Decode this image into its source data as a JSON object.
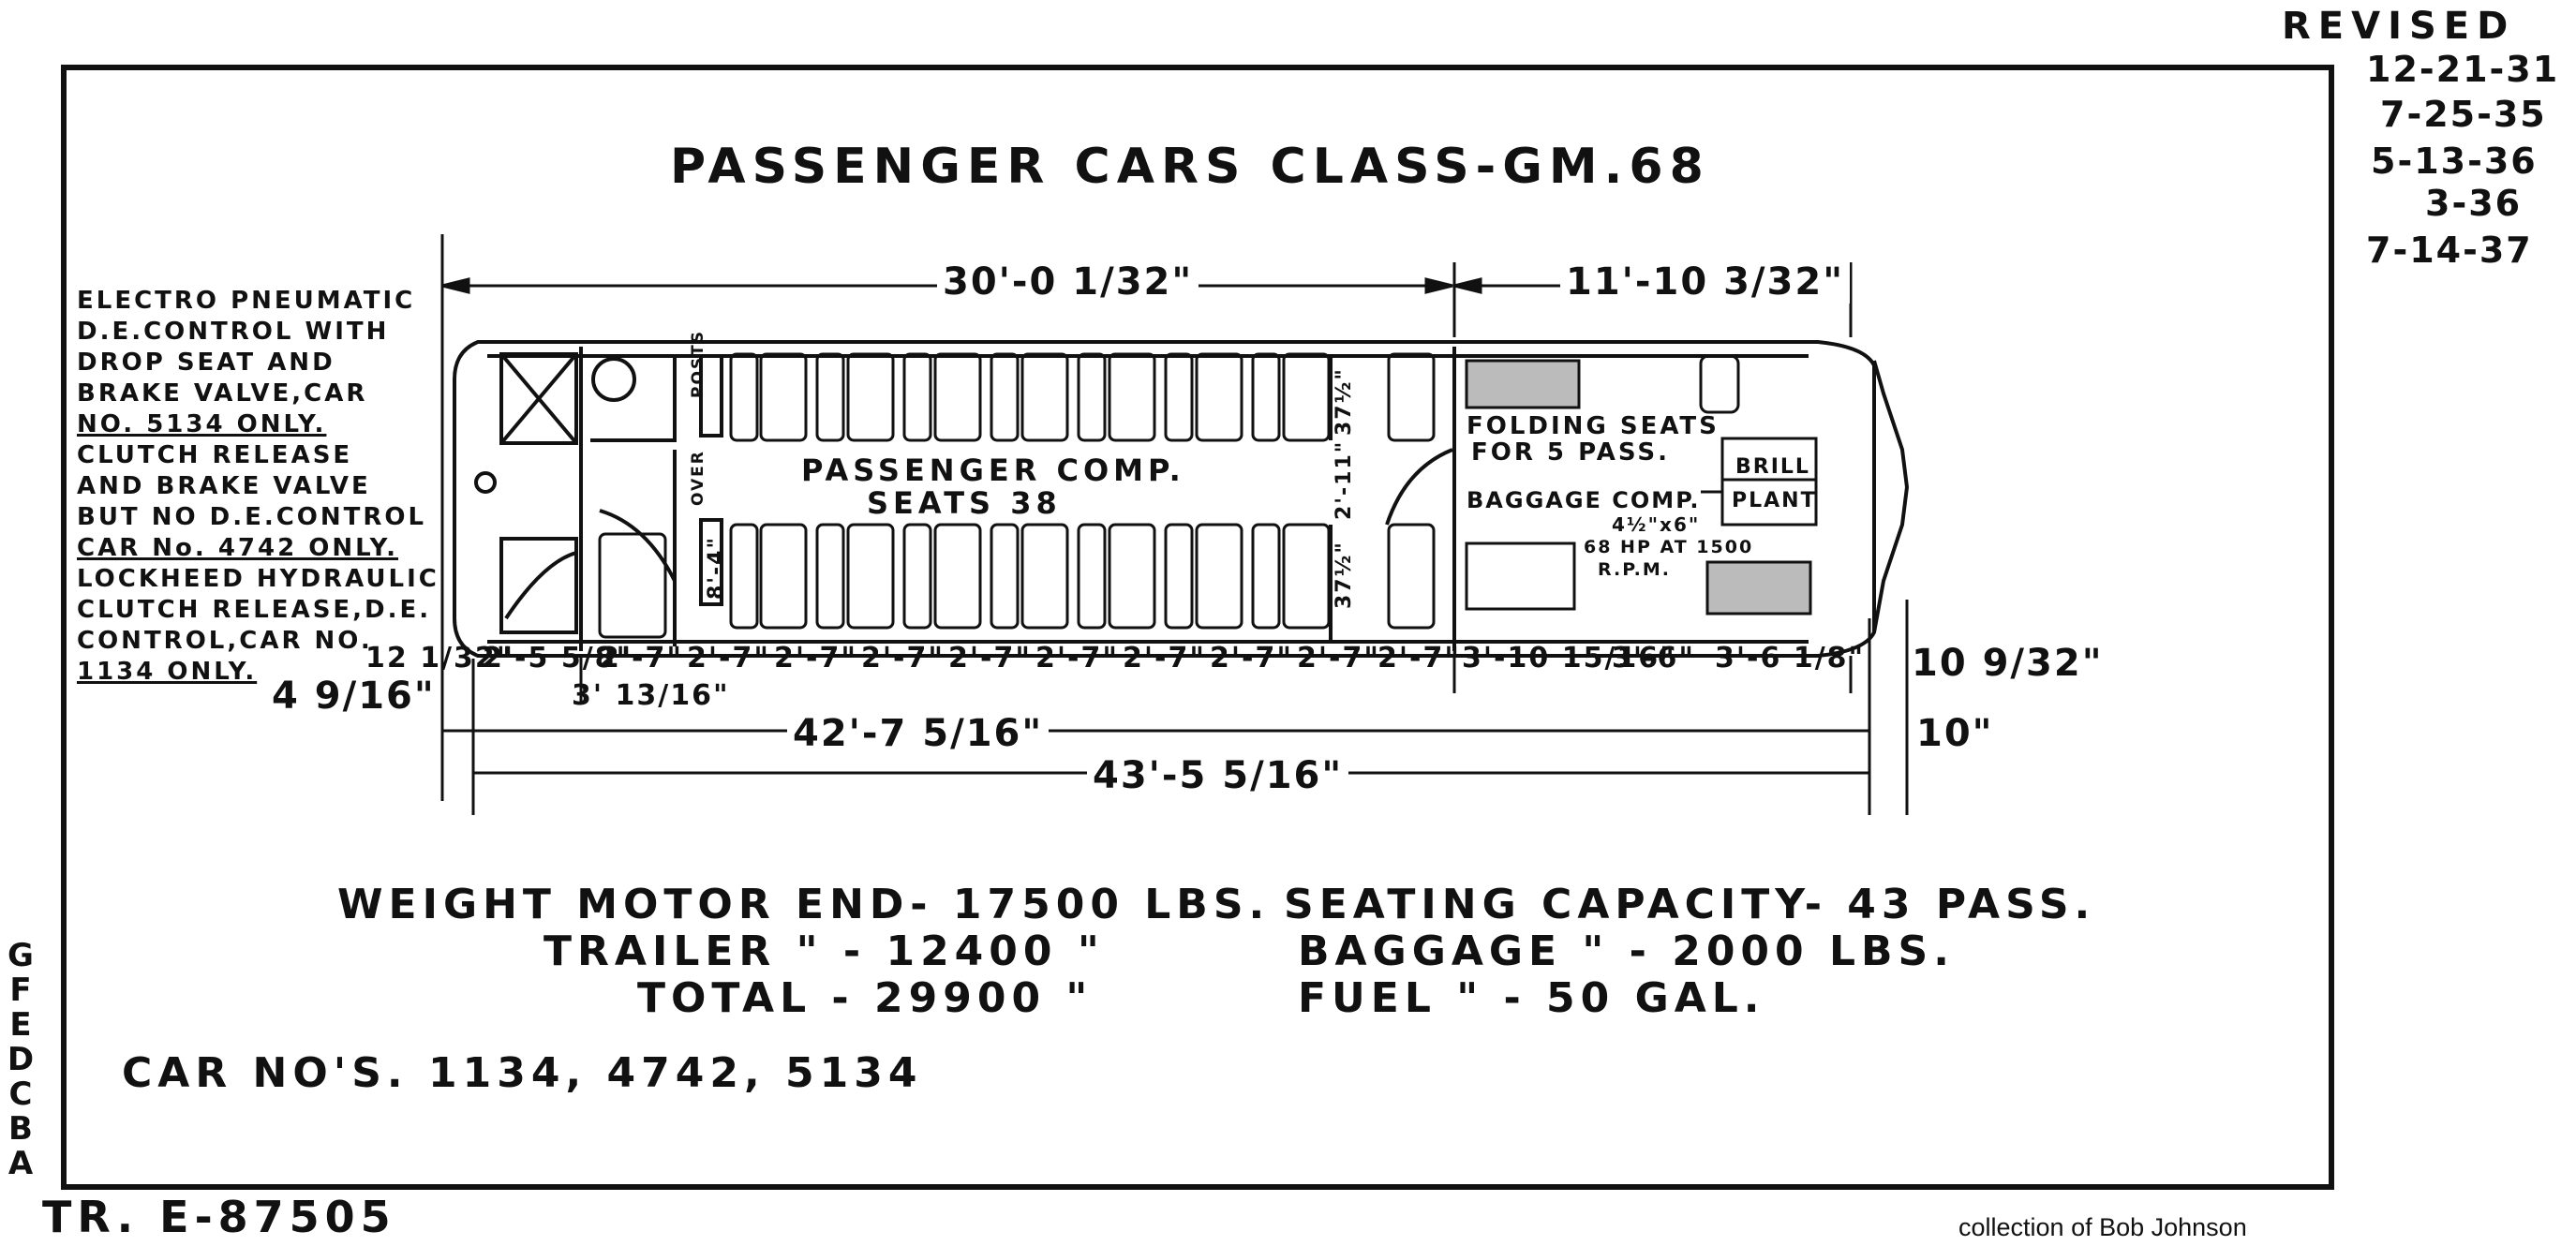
{
  "revised": {
    "label": "REVISED",
    "dates": [
      "12-21-31",
      "7-25-35",
      "5-13-36",
      "3-36",
      "7-14-37"
    ]
  },
  "title": "PASSENGER CARS CLASS-GM.68",
  "notes": [
    {
      "text": "ELECTRO PNEUMATIC",
      "u": false
    },
    {
      "text": "D.E.CONTROL WITH",
      "u": false
    },
    {
      "text": "DROP SEAT AND",
      "u": false
    },
    {
      "text": "BRAKE VALVE,CAR",
      "u": false
    },
    {
      "text": "NO. 5134 ONLY.",
      "u": true
    },
    {
      "text": "CLUTCH RELEASE",
      "u": false
    },
    {
      "text": "AND BRAKE VALVE",
      "u": false
    },
    {
      "text": "BUT NO D.E.CONTROL",
      "u": false
    },
    {
      "text": "CAR No. 4742 ONLY.",
      "u": true
    },
    {
      "text": "LOCKHEED HYDRAULIC",
      "u": false
    },
    {
      "text": "CLUTCH RELEASE,D.E.",
      "u": false
    },
    {
      "text": "CONTROL,CAR NO.",
      "u": false
    },
    {
      "text": "1134 ONLY.",
      "u": true
    }
  ],
  "plan": {
    "passenger_comp": "PASSENGER COMP.",
    "seats": "SEATS 38",
    "folding_seats_1": "FOLDING SEATS",
    "folding_seats_2": "FOR 5 PASS.",
    "baggage_comp": "BAGGAGE COMP.",
    "brill_1": "BRILL",
    "brill_2": "PLANT",
    "engine_1": "4½\"x6\"",
    "engine_2": "68 HP AT 1500",
    "engine_3": "R.P.M.",
    "posts": "POSTS",
    "over": "OVER",
    "aisle_width": "2'-11\"",
    "seat_width_top": "37½\"",
    "seat_width_bottom": "37½\"",
    "width_inside": "8'-4\""
  },
  "dimensions": {
    "top_passenger": "30'-0 1/32\"",
    "top_baggage": "11'-10 3/32\"",
    "row": [
      "12 1/32\"",
      "2'-5 5/8\"",
      "2'-7\"",
      "2'-7\"",
      "2'-7\"",
      "2'-7\"",
      "2'-7\"",
      "2'-7\"",
      "2'-7\"",
      "2'-7\"",
      "2'-7\"",
      "2'-7\"",
      "3'-10 15/16\"",
      "3'-6\"",
      "3'-6 1/8\""
    ],
    "end_right": "10 9/32\"",
    "left_offset": "4 9/16\"",
    "second": "3' 13/16\"",
    "inside_length": "42'-7 5/16\"",
    "overall_length": "43'-5 5/16\"",
    "bumper": "10\""
  },
  "specs": {
    "weight": [
      {
        "label": "WEIGHT MOTOR END-",
        "value": "17500 LBS."
      },
      {
        "label": "TRAILER  \"  -",
        "value": "12400  \""
      },
      {
        "label": "TOTAL  -",
        "value": "29900  \""
      }
    ],
    "capacity": [
      {
        "label": "SEATING CAPACITY-",
        "value": "43 PASS."
      },
      {
        "label": "BAGGAGE  \"  -",
        "value": "2000 LBS."
      },
      {
        "label": "FUEL  \"  -",
        "value": "50 GAL."
      }
    ]
  },
  "car_nos": {
    "label": "CAR NO'S.",
    "value": "1134, 4742, 5134"
  },
  "drawing_no": "TR. E-87505",
  "rev_letters": [
    "G",
    "F",
    "E",
    "D",
    "C",
    "B",
    "A"
  ],
  "credit": "collection of Bob Johnson"
}
